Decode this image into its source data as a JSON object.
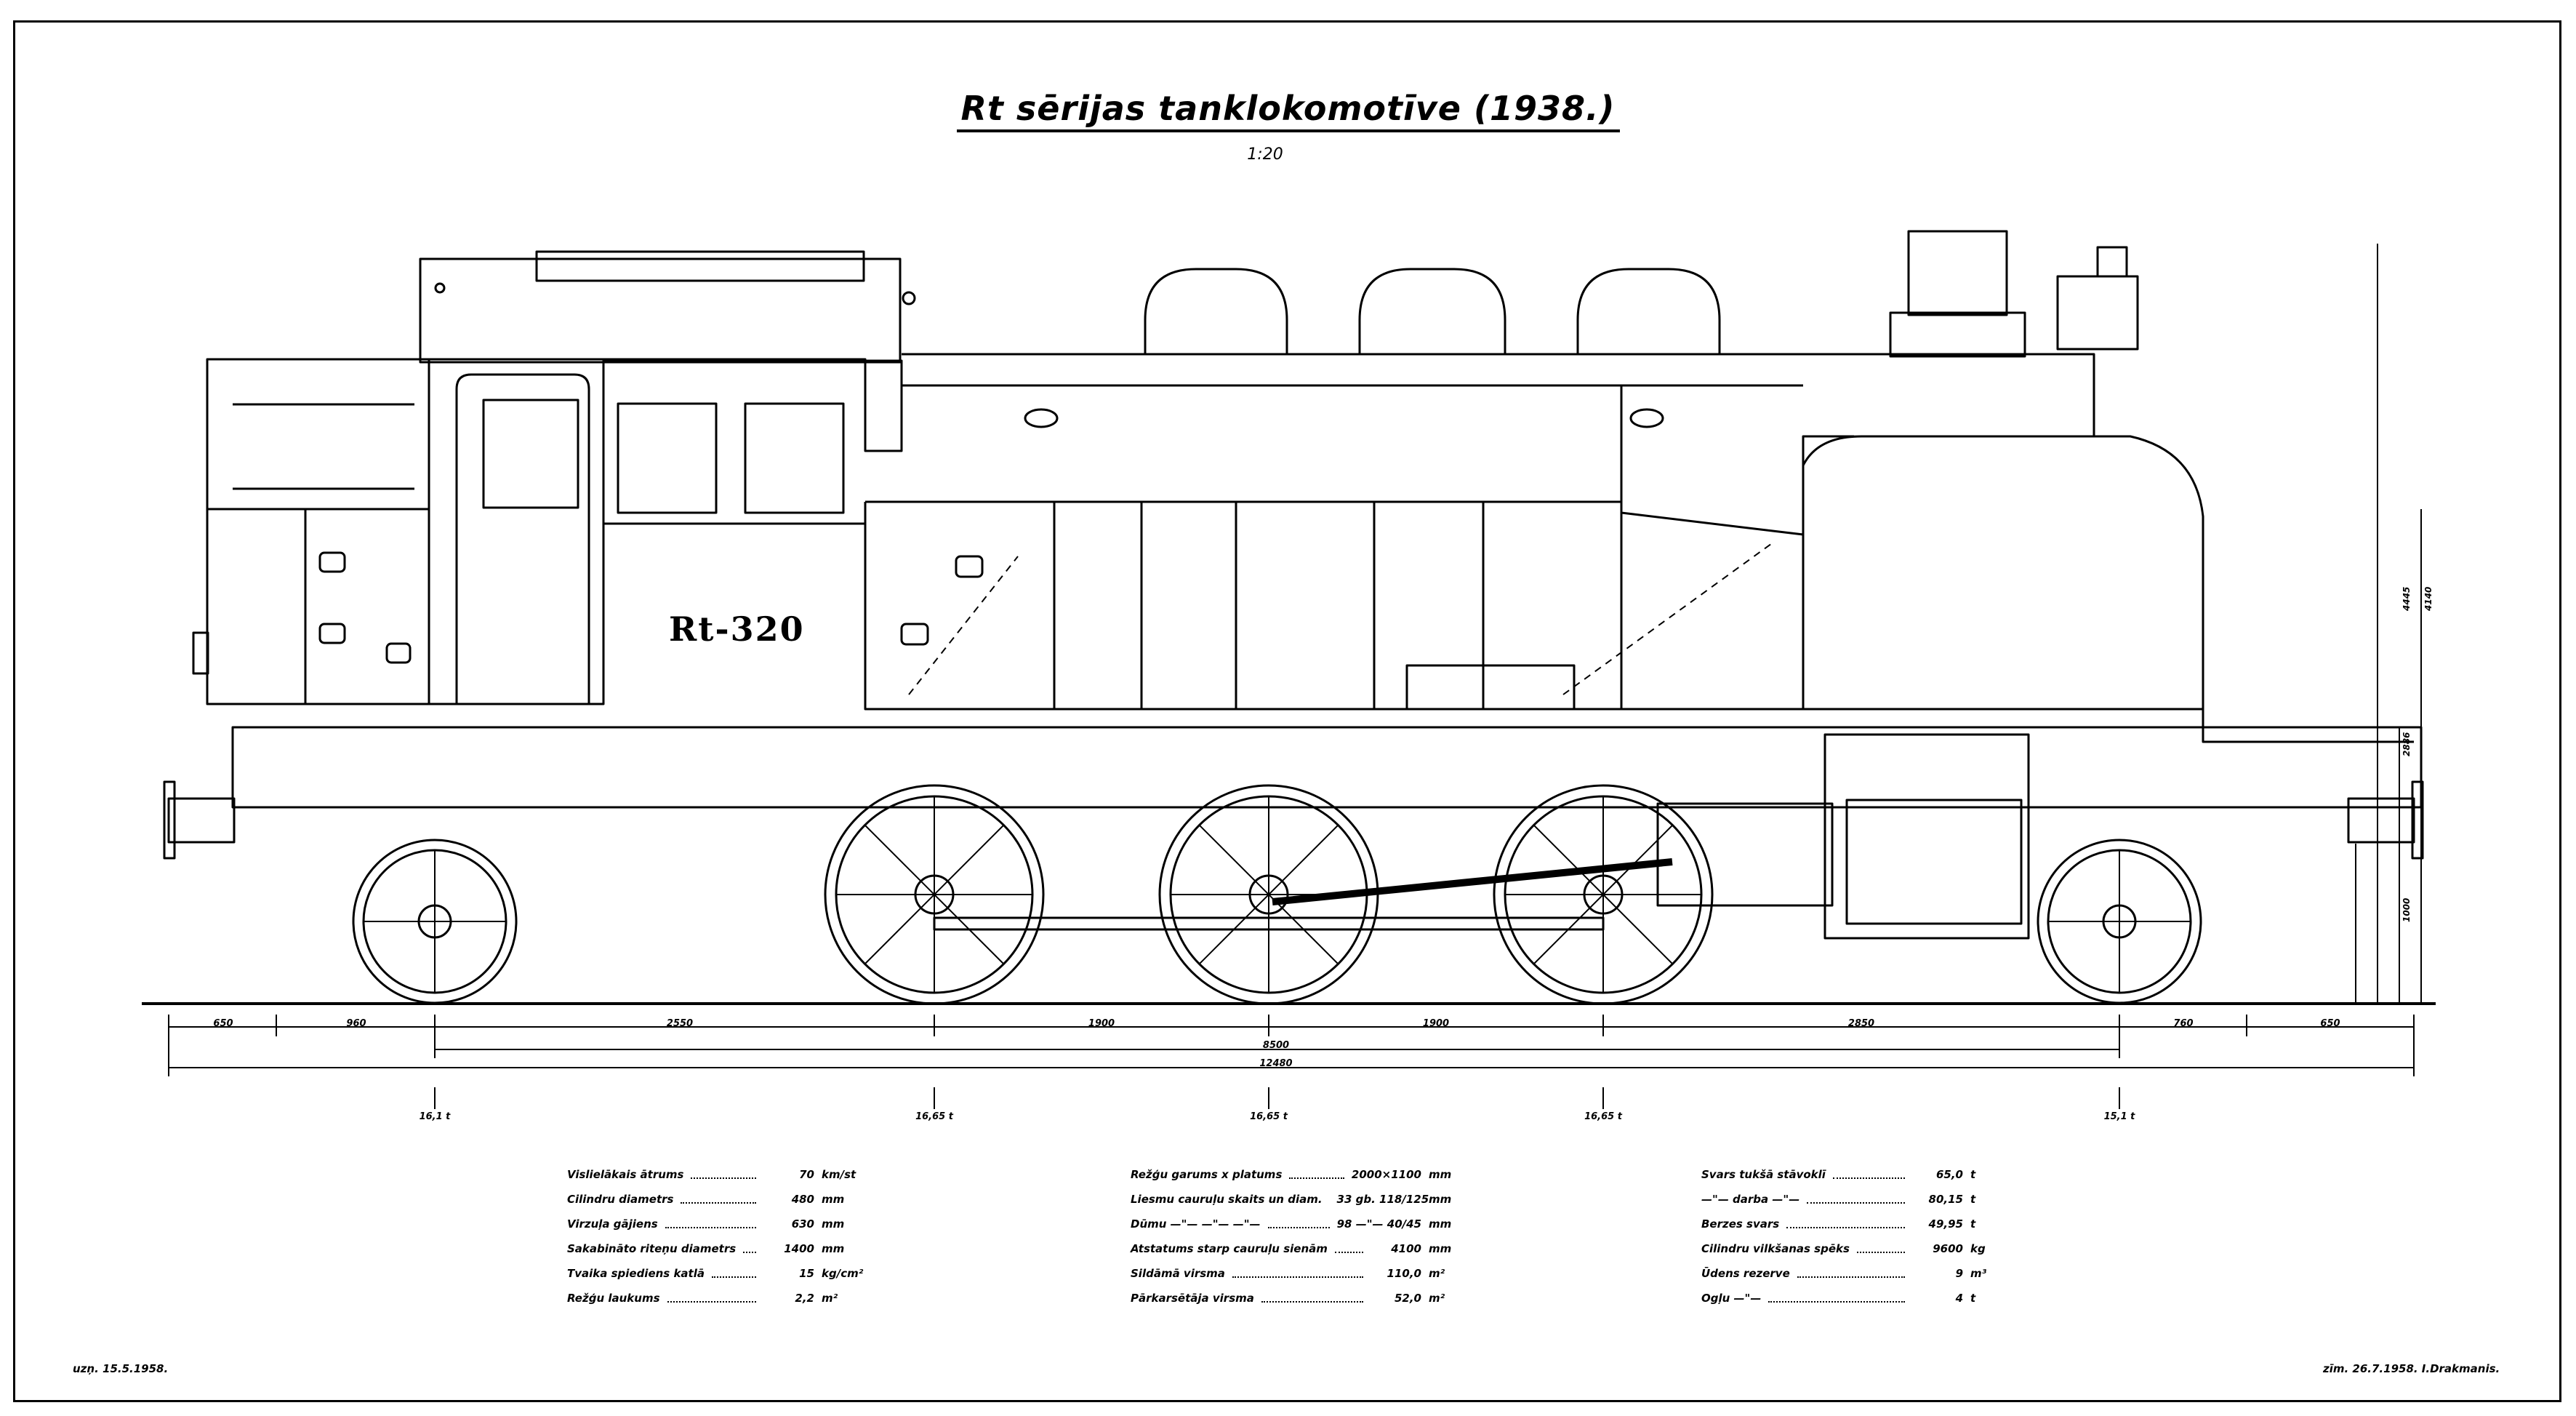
{
  "title": "Rt sērijas tanklokomotīve (1938.)",
  "scale": "1:20",
  "loco_number": "Rt-320",
  "dimensions_horizontal": [
    "650",
    "960",
    "2550",
    "1900",
    "1900",
    "2850",
    "760",
    "650"
  ],
  "dimension_wheelbase": "8500",
  "dimension_total": "12480",
  "dimensions_vertical": [
    "4140",
    "4445",
    "2886",
    "1000"
  ],
  "axle_loads": [
    "16,1 t",
    "16,65 t",
    "16,65 t",
    "16,65 t",
    "15,1 t"
  ],
  "specs_left": [
    {
      "label": "Vislielākais ātrums",
      "value": "70",
      "unit": "km/st"
    },
    {
      "label": "Cilindru diametrs",
      "value": "480",
      "unit": "mm"
    },
    {
      "label": "Virzuļa gājiens",
      "value": "630",
      "unit": "mm"
    },
    {
      "label": "Sakabināto riteņu diametrs",
      "value": "1400",
      "unit": "mm"
    },
    {
      "label": "Tvaika spiediens katlā",
      "value": "15",
      "unit": "kg/cm²"
    },
    {
      "label": "Režģu laukums",
      "value": "2,2",
      "unit": "m²"
    }
  ],
  "specs_middle": [
    {
      "label": "Režģu garums x platums",
      "value": "2000×1100",
      "unit": "mm"
    },
    {
      "label": "Liesmu cauruļu skaits un diam.",
      "value": "33 gb. 118/125",
      "unit": "mm"
    },
    {
      "label": "Dūmu —\"— —\"— —\"—",
      "value": "98 —\"— 40/45",
      "unit": "mm"
    },
    {
      "label": "Atstatums starp cauruļu sienām",
      "value": "4100",
      "unit": "mm"
    },
    {
      "label": "Sildāmā virsma",
      "value": "110,0",
      "unit": "m²"
    },
    {
      "label": "Pārkarsētāja virsma",
      "value": "52,0",
      "unit": "m²"
    }
  ],
  "specs_right": [
    {
      "label": "Svars tukšā stāvoklī",
      "value": "65,0",
      "unit": "t"
    },
    {
      "label": "—\"— darba —\"—",
      "value": "80,15",
      "unit": "t"
    },
    {
      "label": "Berzes svars",
      "value": "49,95",
      "unit": "t"
    },
    {
      "label": "Cilindru vilkšanas spēks",
      "value": "9600",
      "unit": "kg"
    },
    {
      "label": "Ūdens rezerve",
      "value": "9",
      "unit": "m³"
    },
    {
      "label": "Ogļu —\"—",
      "value": "4",
      "unit": "t"
    }
  ],
  "footer_left": "uzņ. 15.5.1958.",
  "footer_right": "zīm. 26.7.1958. I.Drakmanis."
}
